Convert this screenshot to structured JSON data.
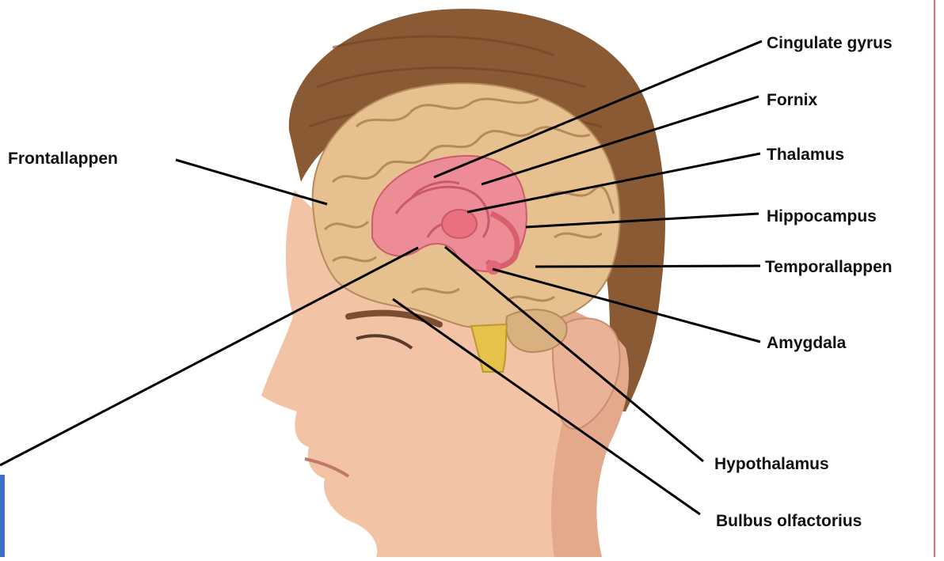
{
  "labels": {
    "frontallappen": "Frontallappen",
    "cingulate_gyrus": "Cingulate gyrus",
    "fornix": "Fornix",
    "thalamus": "Thalamus",
    "hippocampus": "Hippocampus",
    "temporallappen": "Temporallappen",
    "amygdala": "Amygdala",
    "hypothalamus": "Hypothalamus",
    "bulbus_olfactorius": "Bulbus olfactorius"
  },
  "colors": {
    "skin": "#f2c3a5",
    "hair": "#8a5a34",
    "brain": "#e7c08f",
    "limbic": "#ee8a98",
    "leader": "#000000",
    "frame_right": "#e23a3a",
    "frame_left": "#3d6fc4"
  }
}
